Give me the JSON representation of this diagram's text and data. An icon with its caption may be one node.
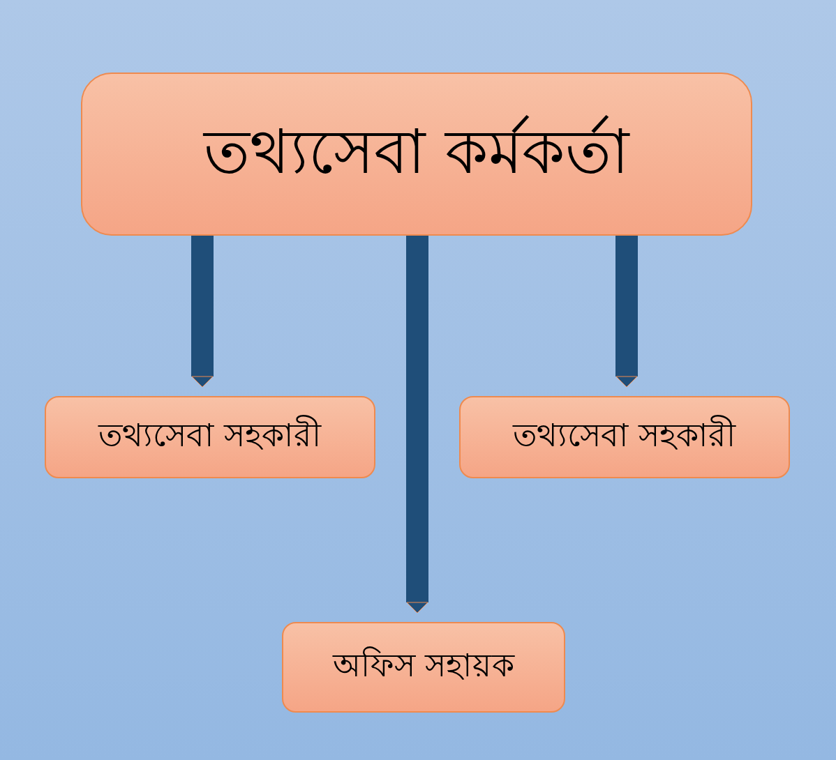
{
  "diagram": {
    "nodes": [
      {
        "text": [
          "তথ্যসেবা কর্মকর্তা"
        ]
      },
      {
        "text": [
          "তথ্যসেবা সহকারী"
        ]
      },
      {
        "text": [
          "তথ্যসেবা সহকারী"
        ]
      },
      {
        "text": [
          "অফিস সহায়ক"
        ]
      }
    ],
    "edges": [
      {
        "from": 0,
        "to": 1,
        "arrow": "to"
      },
      {
        "from": 0,
        "to": 3,
        "arrow": "to"
      },
      {
        "from": 0,
        "to": 2,
        "arrow": "to"
      }
    ]
  }
}
